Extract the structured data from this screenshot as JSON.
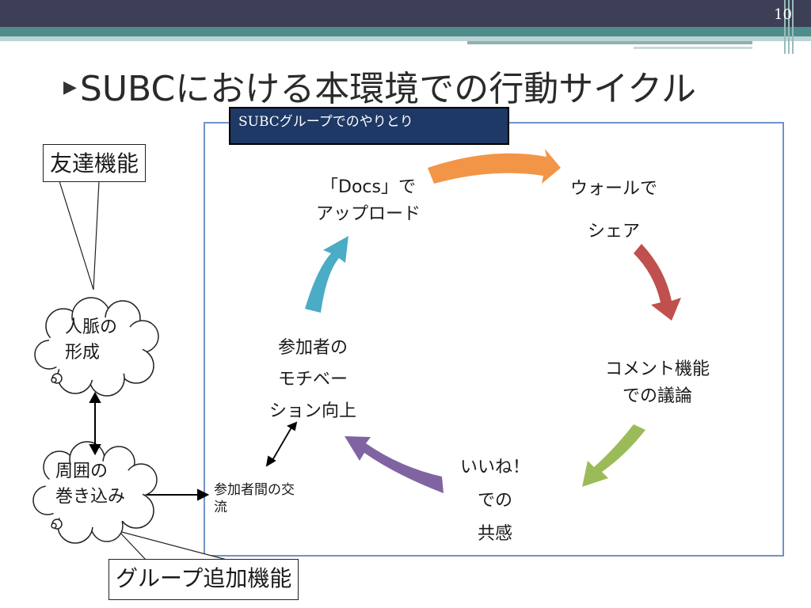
{
  "slide": {
    "number": "10",
    "title": "SUBCにおける本環境での行動サイクル"
  },
  "frame_label": "SUBCグループでのやりとり",
  "left": {
    "friend_box": "友達機能",
    "cloud1": [
      "人脈の",
      "形成"
    ],
    "cloud2": [
      "周囲の",
      "巻き込み"
    ],
    "group_box": "グループ追加機能"
  },
  "cycle": {
    "node_docs": [
      "「Docs」で",
      "アップロード"
    ],
    "node_wall": [
      "ウォールで",
      "シェア"
    ],
    "node_comment": [
      "コメント機能",
      "での議論"
    ],
    "node_like": [
      "いいね！",
      "での",
      "共感"
    ],
    "node_motivation": [
      "参加者の",
      "モチベー",
      "ション向上"
    ],
    "interaction": [
      "参加者間の交",
      "流"
    ]
  },
  "colors": {
    "arrow_orange": "#f29546",
    "arrow_red": "#c0504d",
    "arrow_green": "#9bbb59",
    "arrow_purple": "#8064a2",
    "arrow_blue": "#4bacc6",
    "frame_label_bg": "#1f3966"
  }
}
